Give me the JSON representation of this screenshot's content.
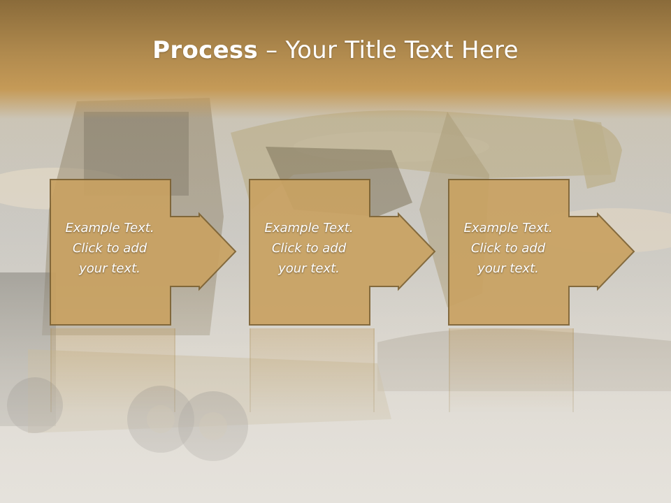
{
  "slide": {
    "title_bold": "Process",
    "title_rest": " – Your Title Text Here",
    "steps": [
      {
        "text": "Example Text.\nClick  to add\nyour text."
      },
      {
        "text": "Example Text.\nClick  to add\nyour text."
      },
      {
        "text": "Example Text.\nClick  to add\nyour text."
      }
    ]
  },
  "colors": {
    "title_band": "#b08a4e",
    "box_fill": "#c9a262",
    "box_border": "#7d6232",
    "text": "#ffffff"
  }
}
